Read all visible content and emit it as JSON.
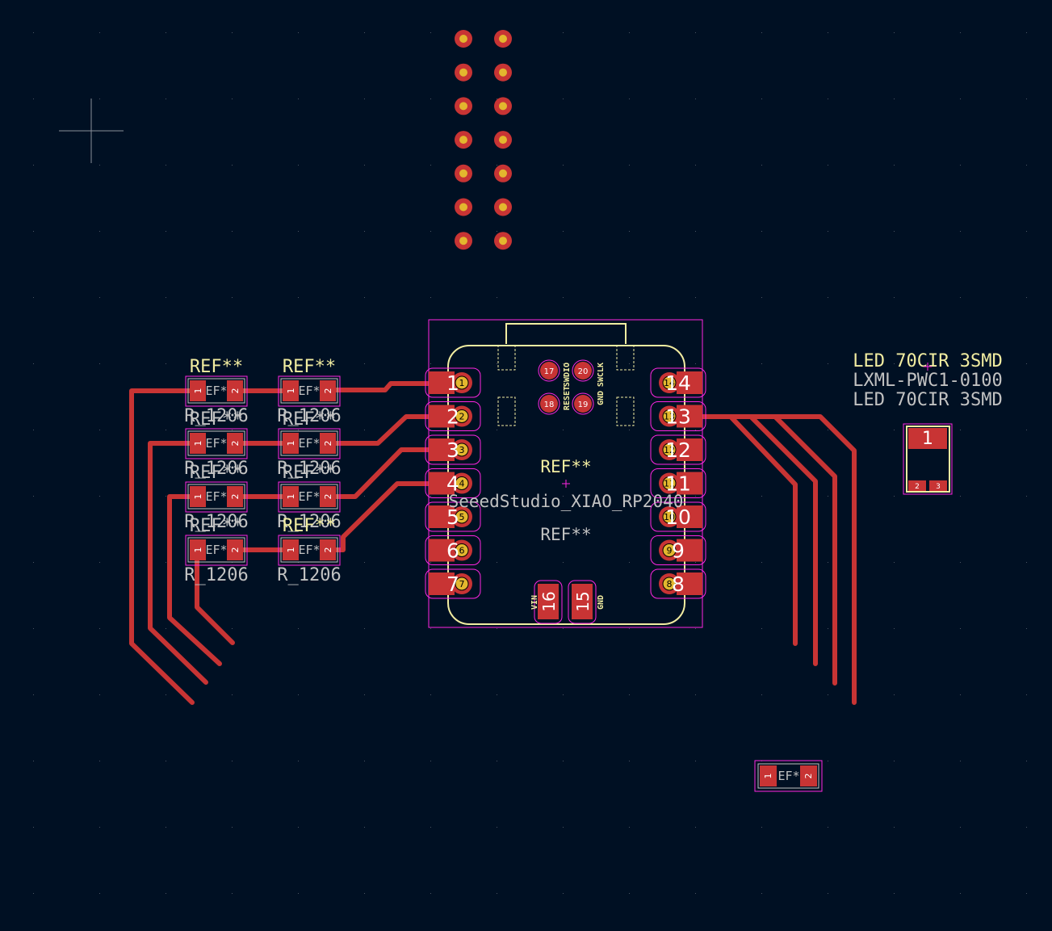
{
  "colors": {
    "background": "#001023",
    "copper": "#c83434",
    "silkscreen": "#f2eda1",
    "fabrication": "#c2c2c2",
    "courtyard": "#ff26e2",
    "via_ring": "#c83434",
    "via_hole": "#e3b72e"
  },
  "resistors": {
    "reference": "REF**",
    "value": "R_1206",
    "short_ref": "EF*",
    "pin1": "1",
    "pin2": "2"
  },
  "xiao": {
    "reference": "REF**",
    "value": "SeeedStudio_XIAO_RP2040",
    "fab_reference": "REF**",
    "left_pins": [
      "1",
      "2",
      "3",
      "4",
      "5",
      "6",
      "7"
    ],
    "right_pins": [
      "14",
      "13",
      "12",
      "11",
      "10",
      "9",
      "8"
    ],
    "bottom_pins": [
      "16",
      "15"
    ],
    "bottom_labels": [
      "VIN",
      "GND"
    ],
    "swd_pads": [
      "17",
      "20",
      "18",
      "19"
    ],
    "swd_labels": [
      "SWDIO",
      "SWCLK",
      "RESET",
      "GND"
    ]
  },
  "led": {
    "reference": "LED 70CIR 3SMD",
    "value": "LXML-PWC1-0100",
    "fab_reference": "LED 70CIR 3SMD",
    "pads": [
      "1",
      "2",
      "3"
    ]
  },
  "lone_resistor": {
    "short_ref": "EF*",
    "pin1": "1",
    "pin2": "2"
  },
  "header": {
    "rows": 7,
    "columns": 2
  }
}
